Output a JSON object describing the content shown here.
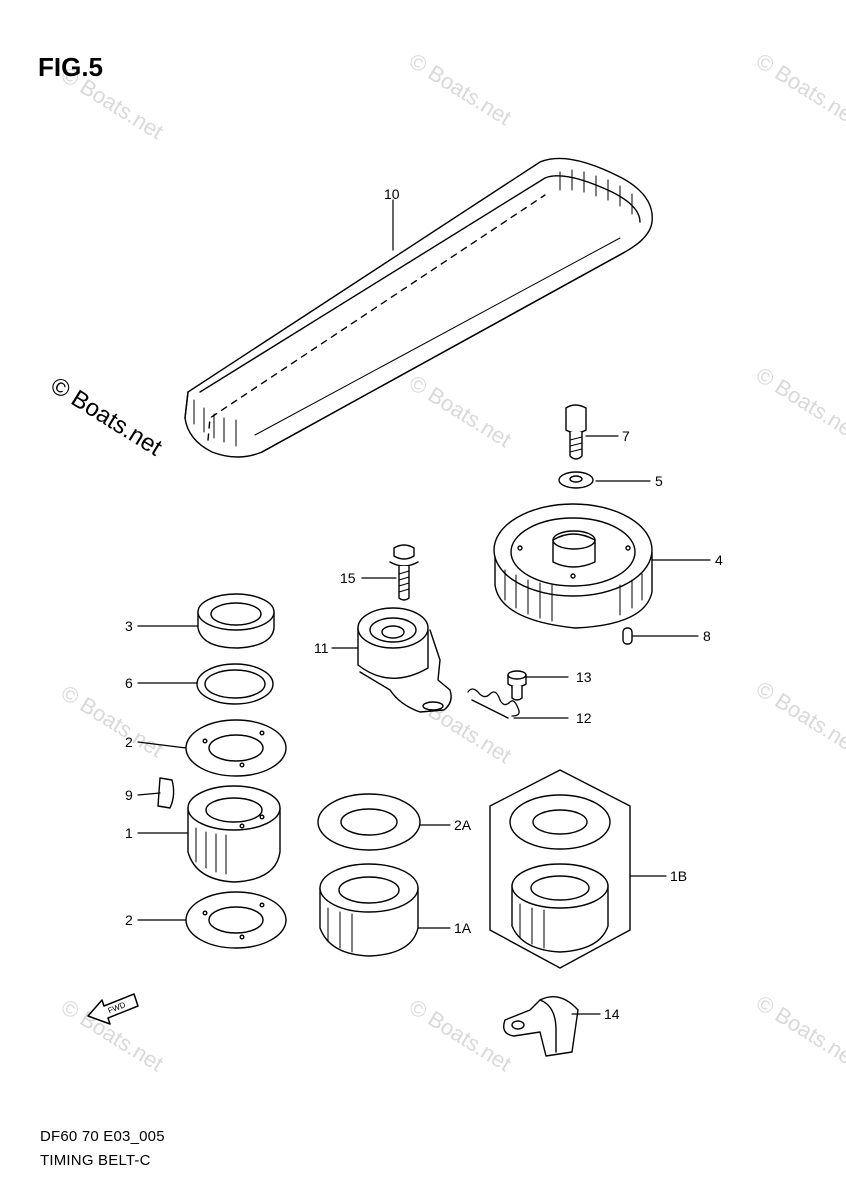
{
  "figure": {
    "title": "FIG.5"
  },
  "footer": {
    "code": "DF60 70 E03_005",
    "caption": "TIMING BELT-C"
  },
  "watermark": {
    "text": "© Boats.net"
  },
  "callouts": [
    "10",
    "7",
    "5",
    "4",
    "15",
    "11",
    "3",
    "6",
    "8",
    "13",
    "12",
    "2",
    "9",
    "1",
    "2A",
    "1B",
    "2",
    "1A",
    "14"
  ],
  "fwd_label": "FWD"
}
